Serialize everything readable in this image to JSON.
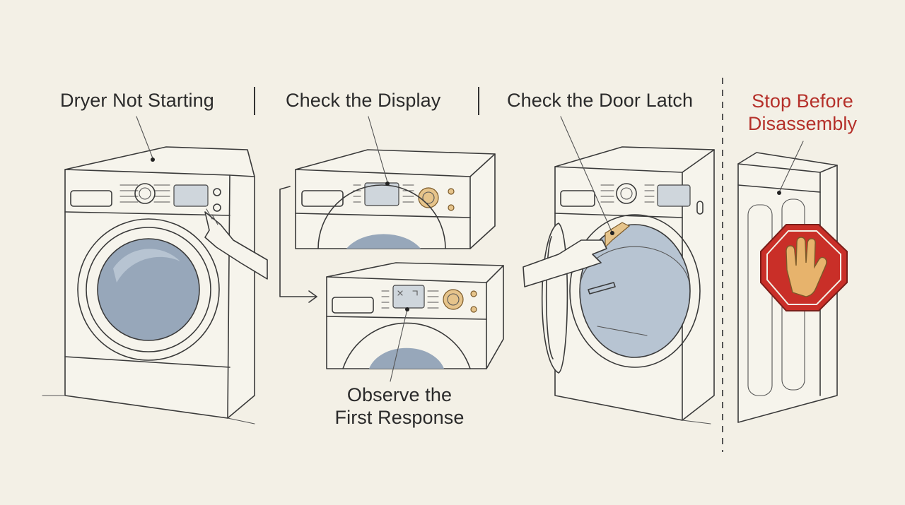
{
  "steps": {
    "dryer_not_starting": "Dryer Not Starting",
    "check_display": "Check the Display",
    "check_door_latch": "Check the Door Latch",
    "stop_before_line1": "Stop Before",
    "stop_before_line2": "Disassembly",
    "observe_line1": "Observe the",
    "observe_line2": "First Response"
  },
  "colors": {
    "background": "#f3f0e6",
    "warning_text": "#b5302a",
    "stop_sign": "#c92f28",
    "hand": "#e7b36c"
  },
  "icons": [
    "stop-sign-icon",
    "hand-icon",
    "arrow-icon"
  ]
}
